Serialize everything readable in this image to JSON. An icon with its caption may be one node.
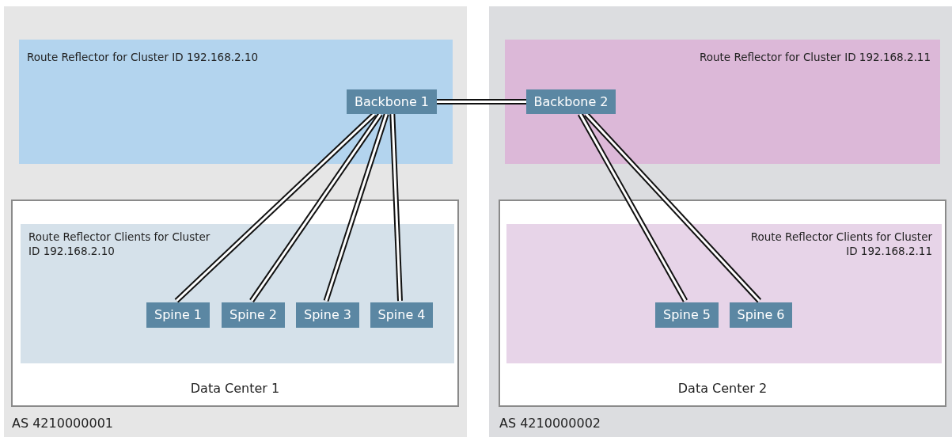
{
  "diagram": {
    "nodes": [
      {
        "text": [
          "AS 4210000001"
        ]
      },
      {
        "text": [
          "Route Reflector for Cluster ID 192.168.2.10"
        ],
        "in": 0
      },
      {
        "text": [
          "Backbone 1"
        ],
        "in": 1
      },
      {
        "text": [
          "Data Center 1"
        ],
        "in": 0
      },
      {
        "text": [
          "Route Reflector Clients for Cluster ID 192.168.2.10"
        ],
        "in": 3
      },
      {
        "text": [
          "Spine 1"
        ],
        "in": 4
      },
      {
        "text": [
          "Spine 2"
        ],
        "in": 4
      },
      {
        "text": [
          "Spine 3"
        ],
        "in": 4
      },
      {
        "text": [
          "Spine 4"
        ],
        "in": 4
      },
      {
        "text": [
          "AS 4210000002"
        ]
      },
      {
        "text": [
          "Route Reflector for Cluster ID 192.168.2.11"
        ],
        "in": 9
      },
      {
        "text": [
          "Backbone 2"
        ],
        "in": 10
      },
      {
        "text": [
          "Data Center 2"
        ],
        "in": 9
      },
      {
        "text": [
          "Route Reflector Clients for Cluster ID 192.168.2.11"
        ],
        "in": 12
      },
      {
        "text": [
          "Spine 5"
        ],
        "in": 13
      },
      {
        "text": [
          "Spine 6"
        ],
        "in": 13
      }
    ],
    "edges": [
      {
        "from": 2,
        "to": 11,
        "arrow": "none"
      },
      {
        "from": 2,
        "to": 5,
        "arrow": "none"
      },
      {
        "from": 2,
        "to": 6,
        "arrow": "none"
      },
      {
        "from": 2,
        "to": 7,
        "arrow": "none"
      },
      {
        "from": 2,
        "to": 8,
        "arrow": "none"
      },
      {
        "from": 11,
        "to": 14,
        "arrow": "none"
      },
      {
        "from": 11,
        "to": 15,
        "arrow": "none"
      }
    ]
  }
}
